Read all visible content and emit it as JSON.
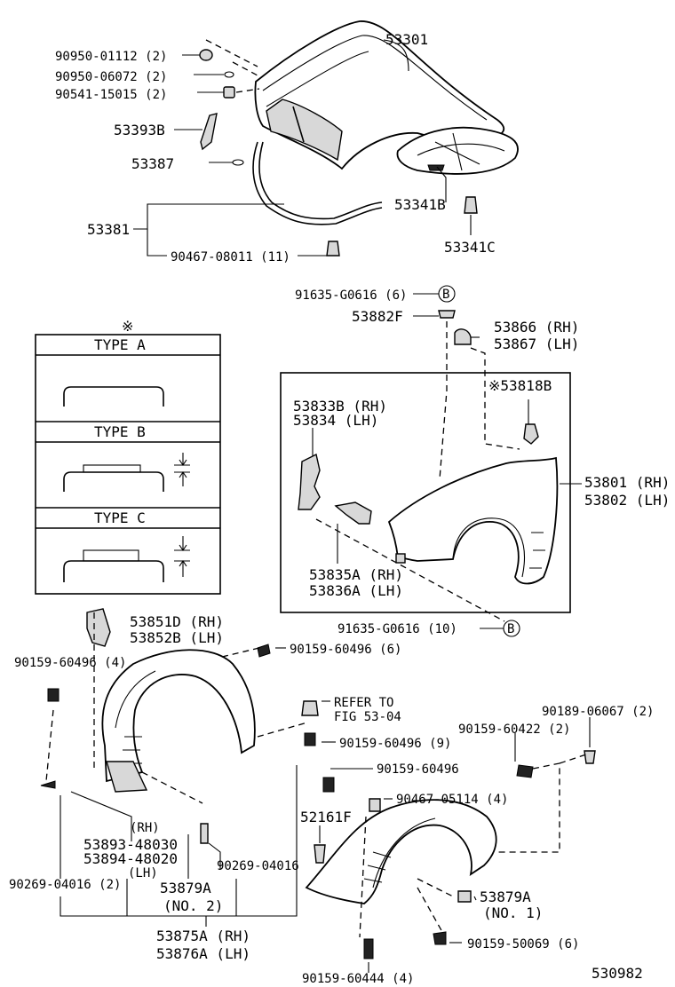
{
  "hood_group": {
    "hood": "53301",
    "bolt_1": "90950-01112 (2)",
    "bolt_2": "90950-06072 (2)",
    "bolt_3": "90541-15015 (2)",
    "bracket": "53393B",
    "clip": "53387",
    "seal": "53381",
    "seal_clip": "90467-08011 (11)",
    "insulator": "53341B",
    "insulator_clip": "53341C"
  },
  "type_table": {
    "marker": "※",
    "type_a": "TYPE  A",
    "type_b": "TYPE  B",
    "type_c": "TYPE  C"
  },
  "fender_group": {
    "bolt_top": "91635-G0616 (6)",
    "marker_b": "B",
    "plate": "53882F",
    "bumper_rh": "53866 (RH)",
    "bumper_lh": "53867 (LH)",
    "clip_marked": "※53818B",
    "bracket_rh": "53833B (RH)",
    "bracket_lh": "53834  (LH)",
    "fender_rh": "53801 (RH)",
    "fender_lh": "53802 (LH)",
    "lower_bracket_rh": "53835A (RH)",
    "lower_bracket_lh": "53836A (LH)",
    "bolt_bottom": "91635-G0616 (10)"
  },
  "liner_group": {
    "seal_rh": "53851D (RH)",
    "seal_lh": "53852B (LH)",
    "screw_a": "90159-60496 (6)",
    "screw_b": "90159-60496 (4)",
    "refer_1": "REFER TO",
    "refer_2": "FIG 53-04",
    "screw_c": "90159-60496 (9)",
    "screw_d": "90159-60496",
    "screw_e": "90159-60422 (2)",
    "clip_e": "90189-06067 (2)",
    "clip_f": "52161F",
    "clip_g": "90467-05114 (4)",
    "shield_rh_tag": "(RH)",
    "shield_rh": "53893-48030",
    "shield_lh": "53894-48020",
    "shield_lh_tag": "(LH)",
    "clip_h": "90269-04016",
    "clip_h_qty": "90269-04016 (2)",
    "retainer_2": "53879A",
    "retainer_2_no": "(NO. 2)",
    "retainer_1": "53879A",
    "retainer_1_no": "(NO. 1)",
    "screw_f": "90159-50069 (6)",
    "liner_rh": "53875A (RH)",
    "liner_lh": "53876A (LH)",
    "screw_g": "90159-60444 (4)"
  },
  "figure_id": "530982"
}
